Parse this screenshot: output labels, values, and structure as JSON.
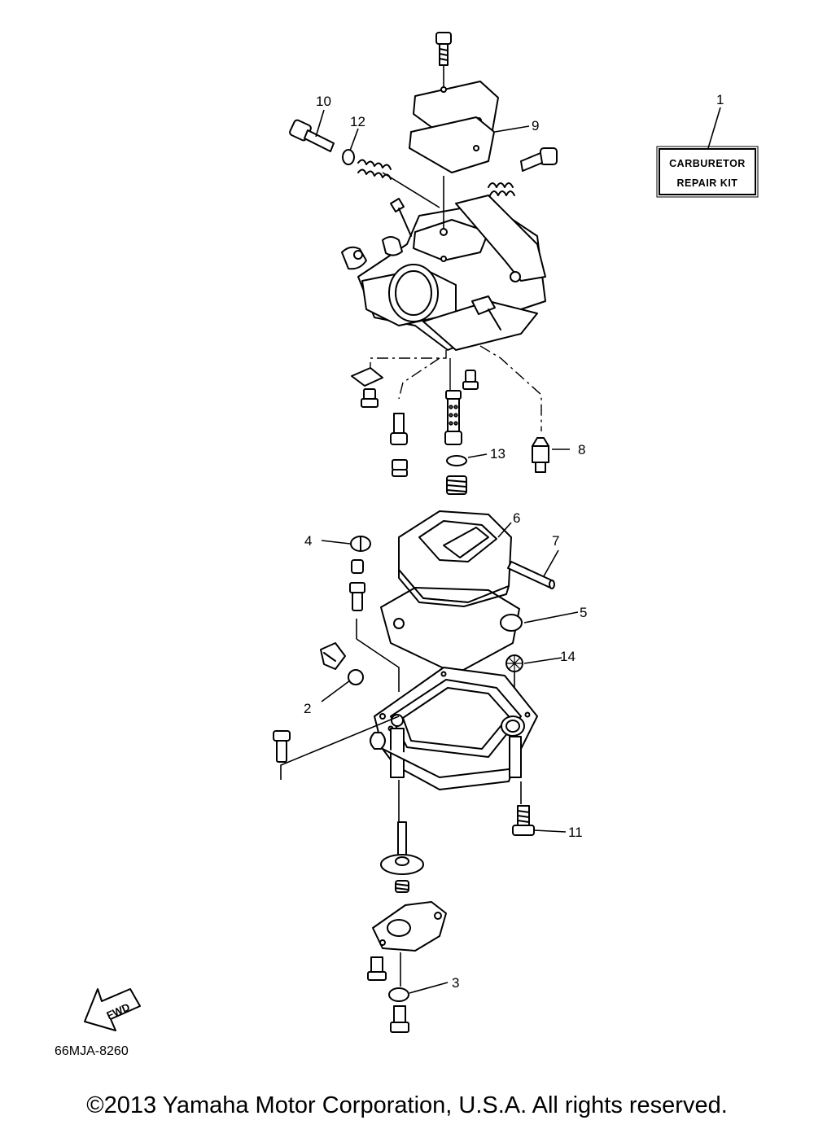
{
  "diagram": {
    "part_numbers": {
      "p1": "1",
      "p2": "2",
      "p3": "3",
      "p4": "4",
      "p5": "5",
      "p6": "6",
      "p7": "7",
      "p8": "8",
      "p9": "9",
      "p10": "10",
      "p11": "11",
      "p12": "12",
      "p13": "13",
      "p14": "14"
    },
    "kit_label_line1": "CARBURETOR",
    "kit_label_line2": "REPAIR KIT",
    "fwd_label": "FWD",
    "diagram_code": "66MJA-8260"
  },
  "footer": {
    "copyright": "©2013 Yamaha Motor Corporation, U.S.A. All rights reserved."
  }
}
